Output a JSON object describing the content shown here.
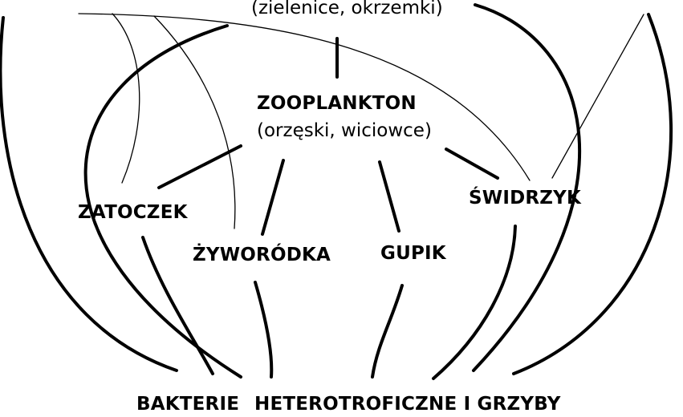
{
  "labels": {
    "phytoplankton_sub": "(zielenice, okrzemki)",
    "zooplankton_title": "ZOOPLANKTON",
    "zooplankton_sub": "(orzęski, wiciowce)",
    "zatoczek": "ZATOCZEK",
    "swidrzyk": "ŚWIDRZYK",
    "zyworodka": "ŻYWORÓDKA",
    "gupik": "GUPIK",
    "bakterie": "BAKTERIE",
    "heterotroficzne": "HETEROTROFICZNE I GRZYBY"
  }
}
